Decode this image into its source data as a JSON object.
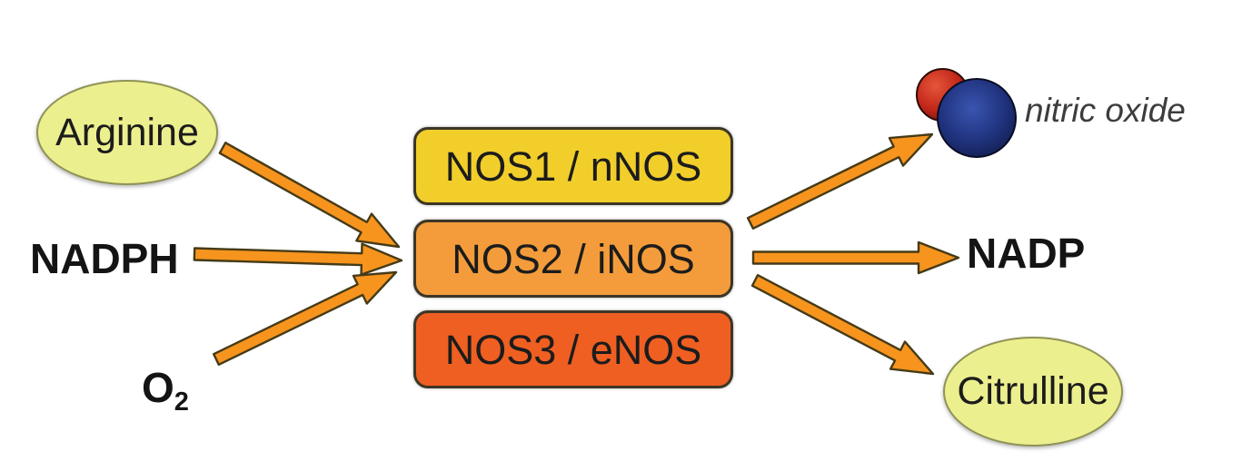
{
  "diagram": {
    "substrates": [
      {
        "label": "Arginine",
        "shape": "ellipse"
      },
      {
        "label": "NADPH",
        "shape": "text"
      },
      {
        "label": "O",
        "subscript": "2",
        "shape": "text"
      }
    ],
    "enzymes": [
      {
        "label": "NOS1 / nNOS",
        "fill": "#f2ce2b"
      },
      {
        "label": "NOS2 / iNOS",
        "fill": "#f49c3b"
      },
      {
        "label": "NOS3 / eNOS",
        "fill": "#ef5f22"
      }
    ],
    "products": [
      {
        "label": "nitric oxide",
        "shape": "molecule",
        "atoms": [
          {
            "name": "oxygen-sphere",
            "color": "#c02518"
          },
          {
            "name": "nitrogen-sphere",
            "color": "#20337f"
          }
        ]
      },
      {
        "label": "NADP",
        "shape": "text"
      },
      {
        "label": "Citrulline",
        "shape": "ellipse"
      }
    ],
    "colors": {
      "background": "#ffffff",
      "arrow_fill": "#f7941d",
      "arrow_outline": "#463b18",
      "substrate_ellipse_fill": "#ecef8e",
      "substrate_ellipse_border": "#8f9356",
      "box_border": "#3c3626",
      "text": "#1c1c1c",
      "nitric_oxide_text": "#3d3d3d"
    }
  }
}
